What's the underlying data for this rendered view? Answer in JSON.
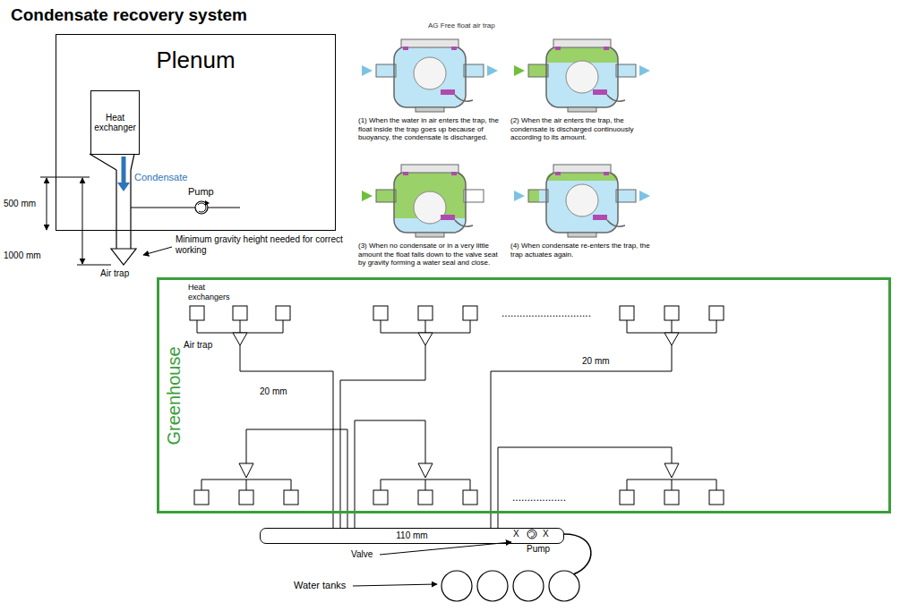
{
  "diagram": {
    "title": "Condensate recovery system",
    "nodes": [
      {
        "text": [
          "Plenum"
        ]
      },
      {
        "text": [
          "Heat exchanger"
        ],
        "in": 0
      },
      {
        "text": [
          "Greenhouse"
        ]
      },
      {
        "text": [
          "110 mm"
        ]
      }
    ],
    "labels": [
      "Condensate",
      "Pump",
      "500 mm",
      "1000 mm",
      "Minimum gravity height needed for correct working",
      "Air trap",
      "AG Free float air trap",
      "(1) When the water in air enters the trap, the float inside the trap goes up because of buoyancy, the condensate is discharged.",
      "(2) When the air enters the trap, the condensate is discharged continuously according to its amount.",
      "(3) When no condensate or in a very little amount the float falls down to the valve seat by gravity forming a water seal and close.",
      "(4) When condensate re-enters the trap, the trap actuates again.",
      "Heat exchangers",
      "Air trap",
      "20 mm",
      "20 mm",
      "..............................",
      "..................",
      "X",
      "X",
      "Valve",
      "Pump",
      "Water tanks"
    ]
  }
}
